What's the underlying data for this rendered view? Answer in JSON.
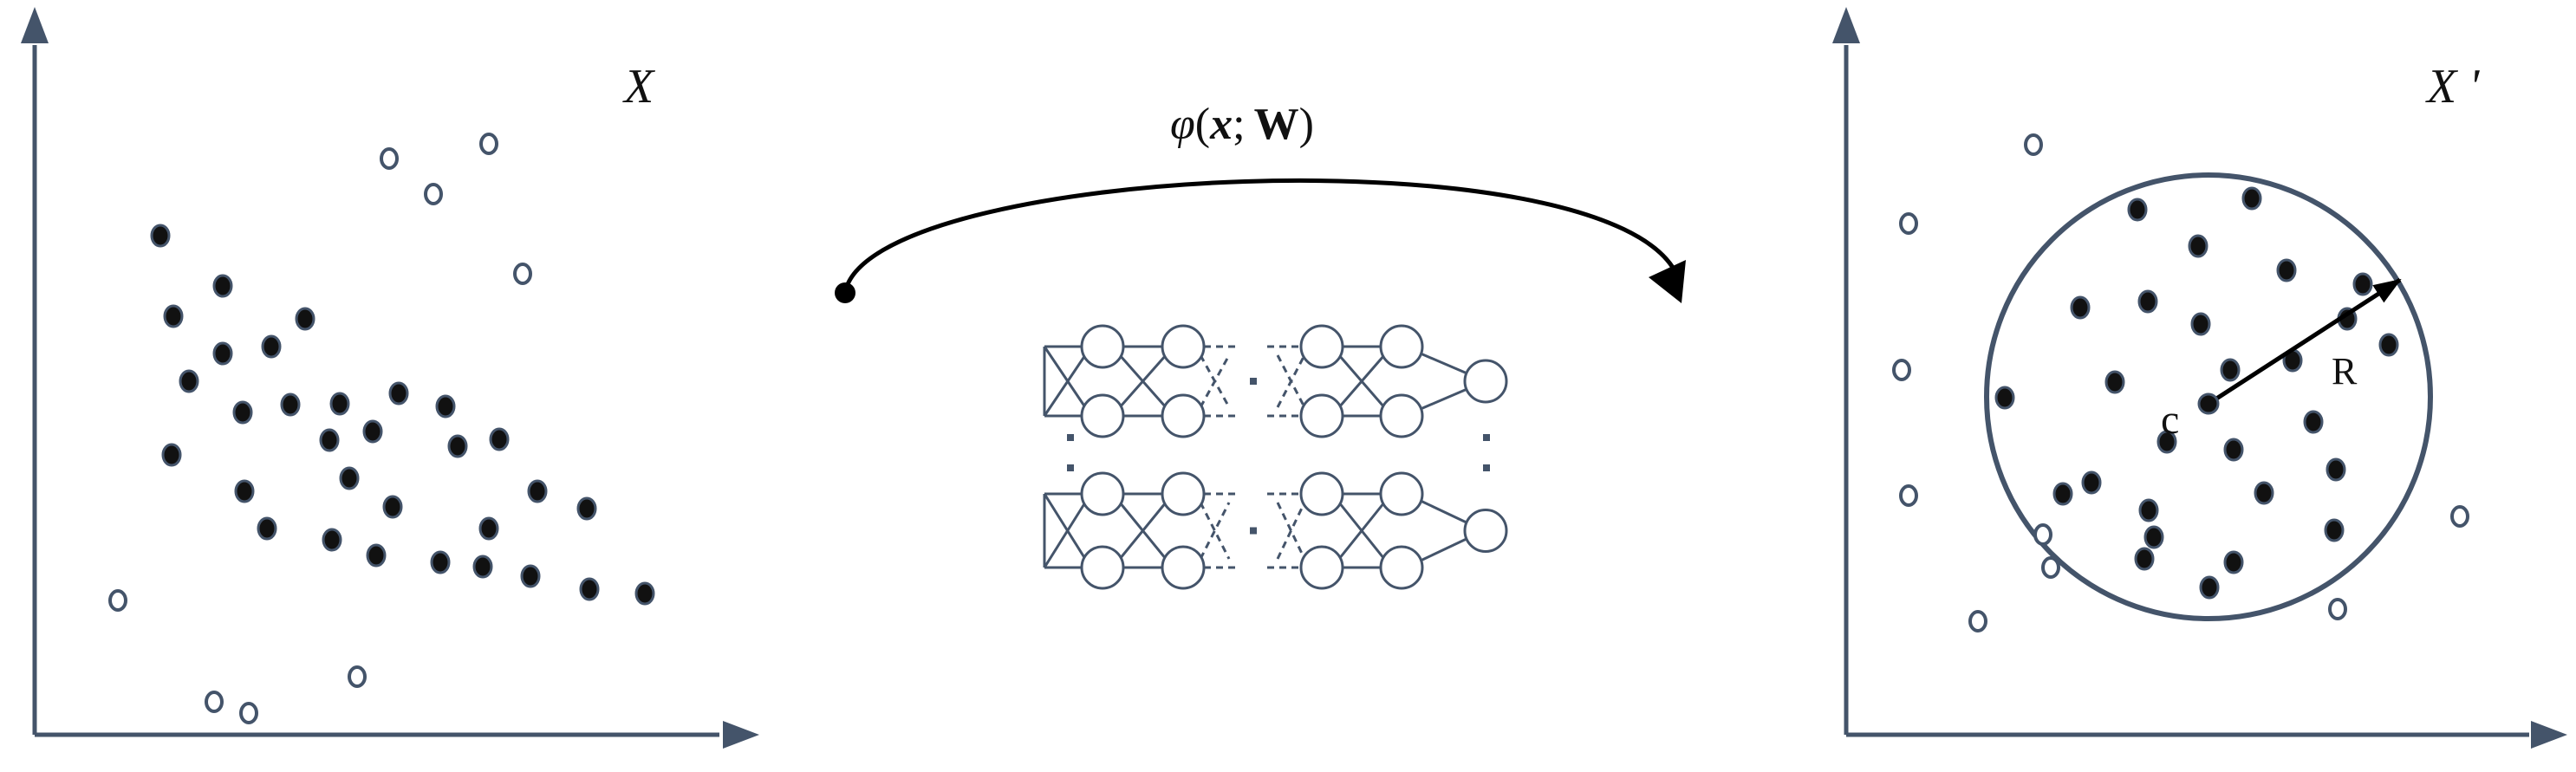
{
  "colors": {
    "axis": "#44546a",
    "filled_point": "#111111",
    "filled_point_outline": "#44546a",
    "hollow_point_outline": "#44546a",
    "network": "#44546a",
    "arrow": "#000000",
    "background": "#ffffff"
  },
  "left_panel": {
    "label": "X"
  },
  "mapping": {
    "label_phi": "φ",
    "label_open": "(",
    "label_x": "x",
    "label_sep": ";",
    "label_W": "W",
    "label_close": ")"
  },
  "right_panel": {
    "label": "X '",
    "center_label": "c",
    "radius_label": "R"
  }
}
